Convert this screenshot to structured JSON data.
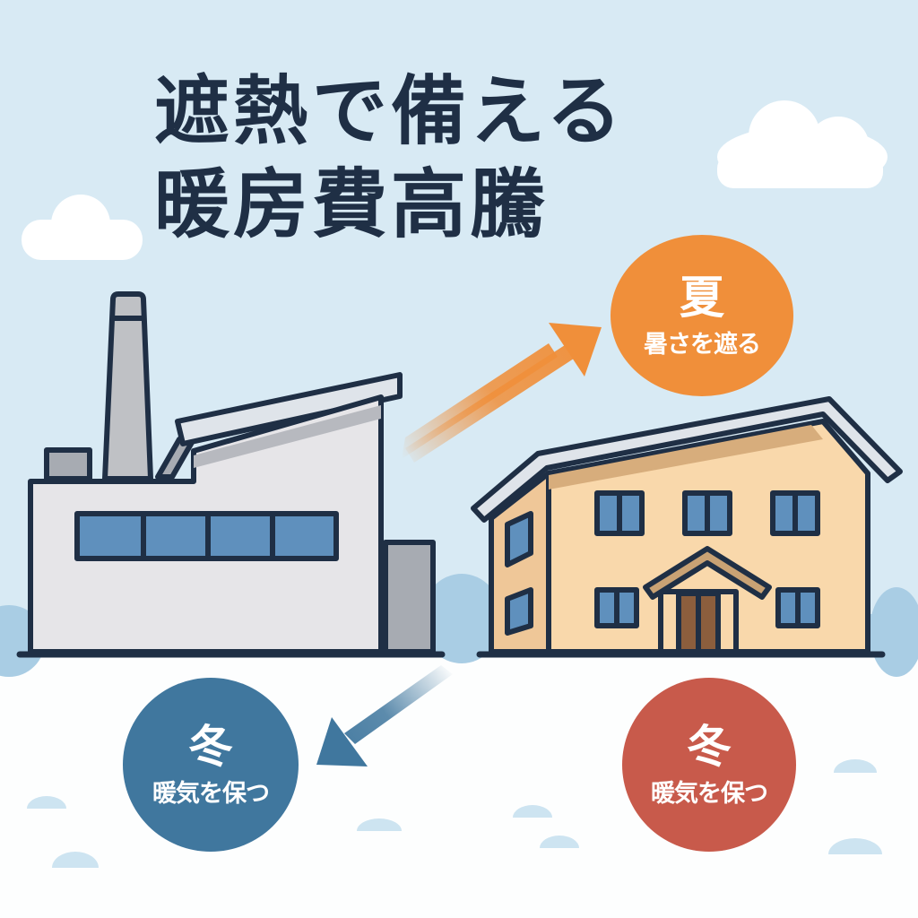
{
  "title": {
    "line1": "遮熱で備える",
    "line2": "暖房費高騰"
  },
  "badges": {
    "summer": {
      "season": "夏",
      "caption": "暑さを遮る",
      "color": "#f08f3a"
    },
    "winter_factory": {
      "season": "冬",
      "caption": "暖気を保つ",
      "color": "#40779e"
    },
    "winter_house": {
      "season": "冬",
      "caption": "暖気を保つ",
      "color": "#c85a4b"
    }
  },
  "colors": {
    "sky": "#d8eaf4",
    "ground": "#fdfefe",
    "outline": "#1f2f45",
    "factory_wall": "#e6e5e8",
    "factory_gray": "#a7abb2",
    "window_blue": "#5f90bd",
    "house_wall": "#f9d8ab",
    "door_brown": "#8c5e3d",
    "arrow_orange": "#f08f3a",
    "arrow_blue": "#40779e"
  },
  "illustrations": {
    "factory": "factory-building",
    "house": "two-story-house",
    "arrow_summer": "arrow-up-right",
    "arrow_winter": "arrow-down-left"
  }
}
